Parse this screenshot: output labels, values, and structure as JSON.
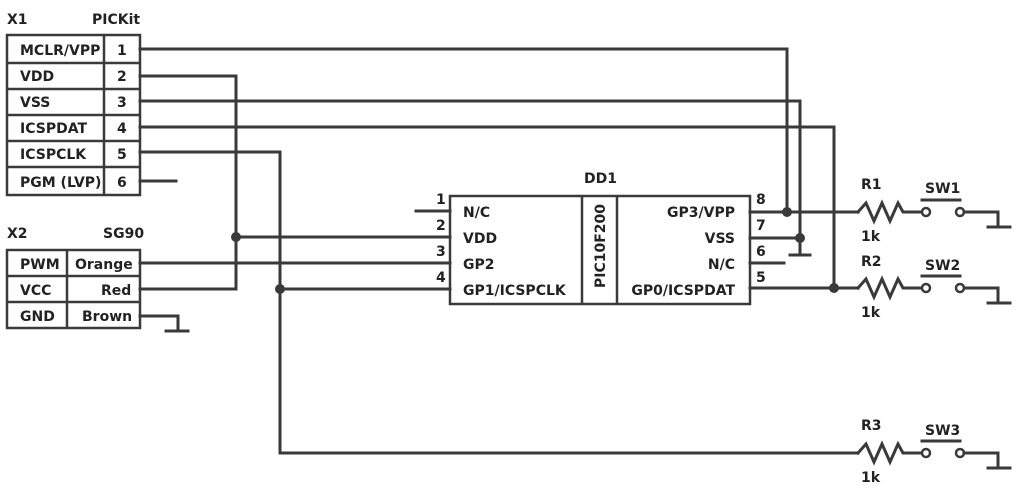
{
  "x1": {
    "ref": "X1",
    "name": "PICKit",
    "pins": [
      {
        "signal": "MCLR/VPP",
        "num": "1"
      },
      {
        "signal": "VDD",
        "num": "2"
      },
      {
        "signal": "VSS",
        "num": "3"
      },
      {
        "signal": "ICSPDAT",
        "num": "4"
      },
      {
        "signal": "ICSPCLK",
        "num": "5"
      },
      {
        "signal": "PGM (LVP)",
        "num": "6"
      }
    ]
  },
  "x2": {
    "ref": "X2",
    "name": "SG90",
    "pins": [
      {
        "signal": "PWM",
        "wire": "Orange"
      },
      {
        "signal": "VCC",
        "wire": "Red"
      },
      {
        "signal": "GND",
        "wire": "Brown"
      }
    ]
  },
  "dd1": {
    "ref": "DD1",
    "part": "PIC10F200",
    "left_pins": [
      {
        "num": "1",
        "name": "N/C"
      },
      {
        "num": "2",
        "name": "VDD"
      },
      {
        "num": "3",
        "name": "GP2"
      },
      {
        "num": "4",
        "name": "GP1/ICSPCLK"
      }
    ],
    "right_pins": [
      {
        "num": "8",
        "name": "GP3/VPP"
      },
      {
        "num": "7",
        "name": "VSS"
      },
      {
        "num": "6",
        "name": "N/C"
      },
      {
        "num": "5",
        "name": "GP0/ICSPDAT"
      }
    ]
  },
  "resistors": [
    {
      "ref": "R1",
      "value": "1k"
    },
    {
      "ref": "R2",
      "value": "1k"
    },
    {
      "ref": "R3",
      "value": "1k"
    }
  ],
  "switches": [
    {
      "ref": "SW1"
    },
    {
      "ref": "SW2"
    },
    {
      "ref": "SW3"
    }
  ]
}
